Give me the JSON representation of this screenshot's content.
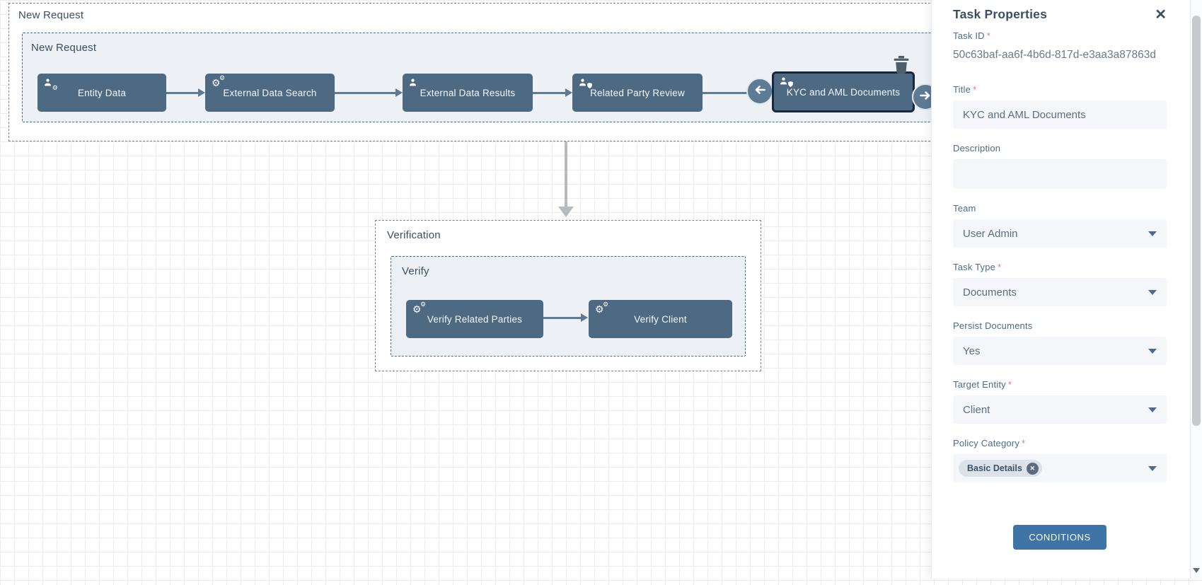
{
  "colors": {
    "node_fill": "#4e6a82",
    "node_selected_border": "#16283e",
    "connector": "#5d7b94",
    "group_inner_bg": "#edf1f6",
    "group_inner_border": "#3b6fa0",
    "group_outer_border": "#79828a",
    "accent_button": "#3e74a6",
    "label_color": "#4a6b8c",
    "required_color": "#f07575",
    "value_color": "#6d7a87",
    "header_color": "#3b4f63"
  },
  "canvas": {
    "outer_group_label": "New Request",
    "inner_group_label": "New Request",
    "nodes": [
      {
        "label": "Entity Data",
        "icon": "user-gear"
      },
      {
        "label": "External Data Search",
        "icon": "cogs"
      },
      {
        "label": "External Data Results",
        "icon": "user"
      },
      {
        "label": "Related Party Review",
        "icon": "user-shield"
      },
      {
        "label": "KYC and AML Documents",
        "icon": "user-shield",
        "selected": true
      }
    ],
    "verification_group_label": "Verification",
    "verify_group_label": "Verify",
    "verify_nodes": [
      {
        "label": "Verify Related Parties",
        "icon": "cogs"
      },
      {
        "label": "Verify Client",
        "icon": "cogs"
      }
    ]
  },
  "panel": {
    "title": "Task Properties",
    "required_marker": "*",
    "task_id": {
      "label": "Task ID",
      "value": "50c63baf-aa6f-4b6d-817d-e3aa3a87863d"
    },
    "title_field": {
      "label": "Title",
      "value": "KYC and AML Documents"
    },
    "description": {
      "label": "Description",
      "value": ""
    },
    "team": {
      "label": "Team",
      "value": "User Admin"
    },
    "task_type": {
      "label": "Task Type",
      "value": "Documents"
    },
    "persist_documents": {
      "label": "Persist Documents",
      "value": "Yes"
    },
    "target_entity": {
      "label": "Target Entity",
      "value": "Client"
    },
    "policy_category": {
      "label": "Policy Category",
      "chips": [
        {
          "label": "Basic Details"
        }
      ]
    },
    "conditions_button_label": "CONDITIONS"
  }
}
